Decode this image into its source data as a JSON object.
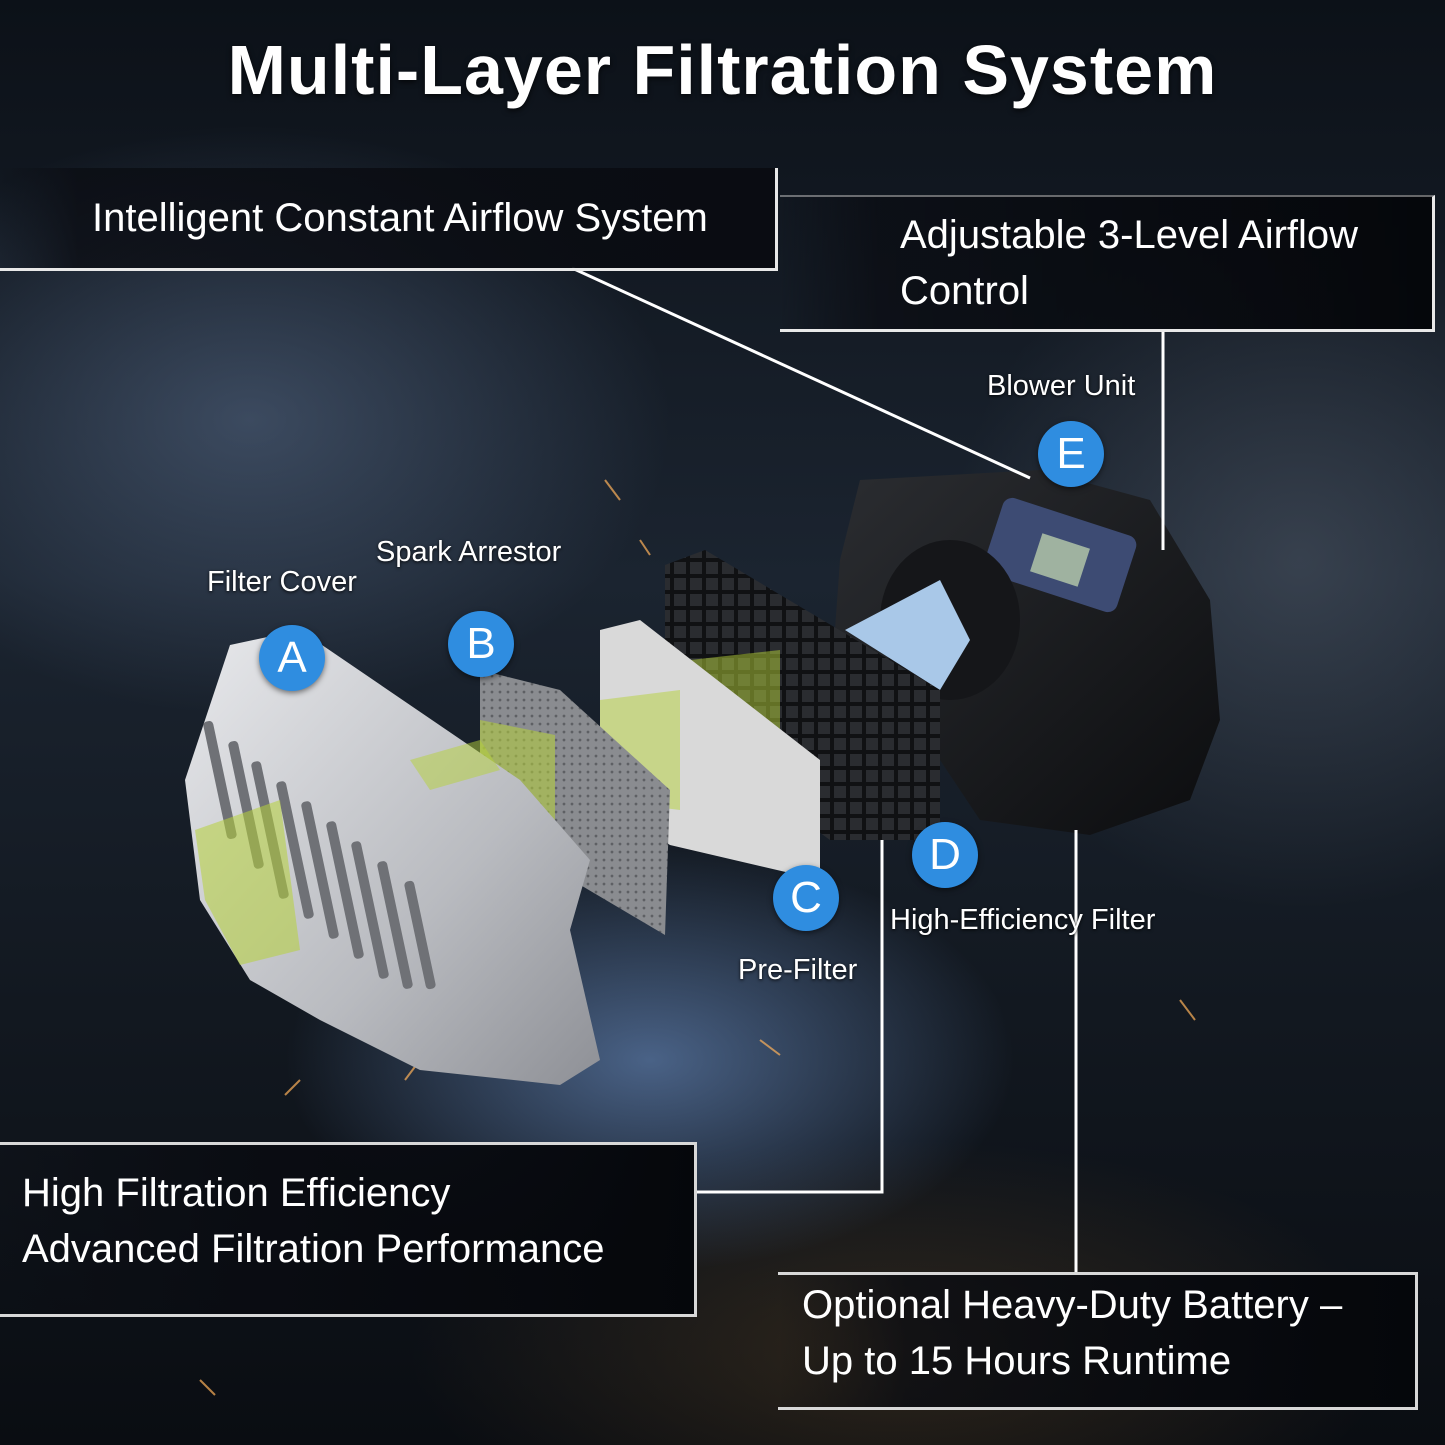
{
  "title": "Multi-Layer Filtration System",
  "callouts": {
    "airflow_system": "Intelligent Constant Airflow System",
    "airflow_control": [
      "Adjustable 3-Level Airflow",
      "Control"
    ],
    "filtration": [
      "High Filtration Efficiency",
      "Advanced Filtration Performance"
    ],
    "battery": [
      "Optional Heavy-Duty Battery –",
      "Up to 15 Hours Runtime"
    ]
  },
  "components": [
    {
      "marker": "A",
      "label": "Filter Cover"
    },
    {
      "marker": "B",
      "label": "Spark Arrestor"
    },
    {
      "marker": "C",
      "label": "Pre-Filter"
    },
    {
      "marker": "D",
      "label": "High-Efficiency Filter"
    },
    {
      "marker": "E",
      "label": "Blower Unit"
    }
  ],
  "colors": {
    "marker": "#2f8de0",
    "filter_tint": "#b6d23a",
    "line": "#ffffff"
  }
}
